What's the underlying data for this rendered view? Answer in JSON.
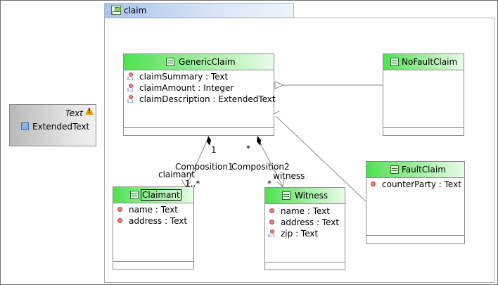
{
  "package": {
    "name": "claim"
  },
  "datatype": {
    "name": "Text",
    "literal": "ExtendedText",
    "warning_icon": "warning-icon"
  },
  "classes": {
    "generic_claim": {
      "name": "GenericClaim",
      "attributes": [
        {
          "mult": "0..1",
          "text": "claimSummary : Text"
        },
        {
          "mult": "0..1",
          "text": "claimAmount : Integer"
        },
        {
          "mult": "0..1",
          "text": "claimDescription : ExtendedText"
        }
      ]
    },
    "no_fault_claim": {
      "name": "NoFaultClaim"
    },
    "fault_claim": {
      "name": "FaultClaim",
      "attributes": [
        {
          "text": "counterParty : Text"
        }
      ]
    },
    "claimant": {
      "name": "Claimant",
      "attributes": [
        {
          "text": "name : Text"
        },
        {
          "text": "address : Text"
        }
      ]
    },
    "witness": {
      "name": "Witness",
      "attributes": [
        {
          "text": "name : Text"
        },
        {
          "text": "address : Text"
        },
        {
          "mult": "0..1",
          "text": "zip : Text"
        }
      ]
    }
  },
  "associations": {
    "composition1": {
      "name": "Composition1",
      "source_mult": "1",
      "role": "claimant",
      "target_mult": "1..*"
    },
    "composition2": {
      "name": "Composition2",
      "source_mult": "*",
      "role": "witness",
      "target_mult": "*"
    }
  }
}
